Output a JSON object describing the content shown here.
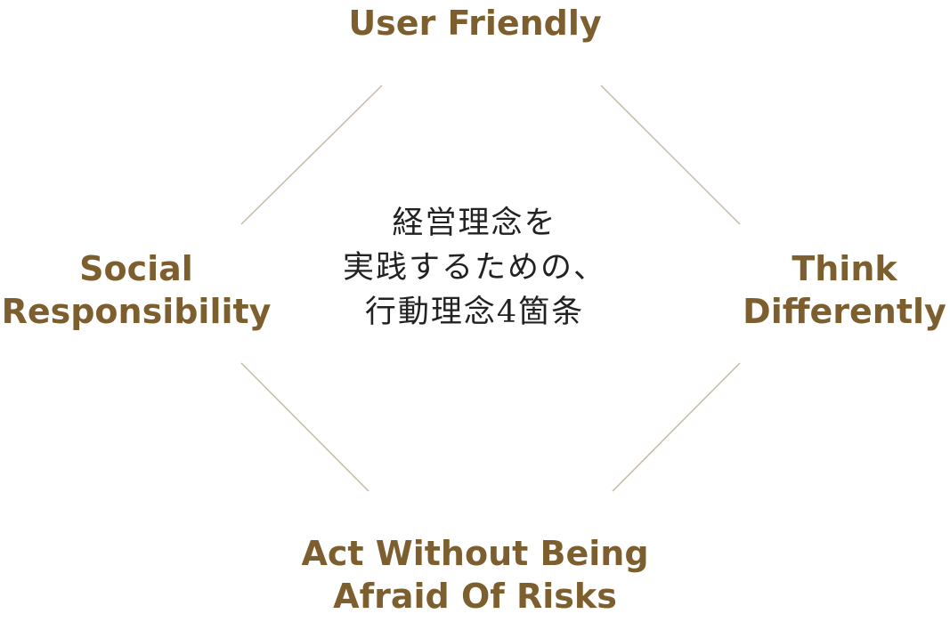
{
  "diagram": {
    "accent_color": "#7d5f2f",
    "line_color": "#c8b9a6",
    "center": {
      "lines": [
        "経営理念を",
        "実践するための、",
        "行動理念4箇条"
      ]
    },
    "nodes": {
      "top": {
        "lines": [
          "User Friendly"
        ]
      },
      "left": {
        "lines": [
          "Social",
          "Responsibility"
        ]
      },
      "right": {
        "lines": [
          "Think",
          "Differently"
        ]
      },
      "bottom": {
        "lines": [
          "Act Without Being",
          "Afraid Of Risks"
        ]
      }
    }
  }
}
